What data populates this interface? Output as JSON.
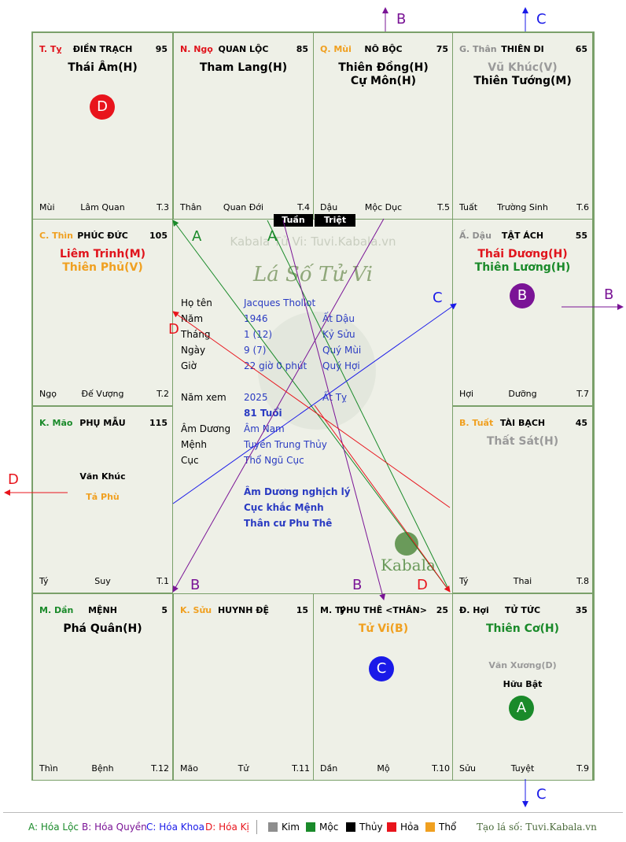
{
  "cells": [
    {
      "can": "T. Tỵ",
      "can_color": "#e0141c",
      "palace": "ĐIỀN TRẠCH",
      "num": "95",
      "stars": [
        {
          "t": "Thái Âm(H)",
          "c": "#000000"
        }
      ],
      "minor": [],
      "bl": "Mùi",
      "bm": "Lâm Quan",
      "br": "T.3"
    },
    {
      "can": "N. Ngọ",
      "can_color": "#e0141c",
      "palace": "QUAN LỘC",
      "num": "85",
      "stars": [
        {
          "t": "Tham Lang(H)",
          "c": "#000000"
        }
      ],
      "minor": [],
      "bl": "Thân",
      "bm": "Quan Đới",
      "br": "T.4"
    },
    {
      "can": "Q. Mùi",
      "can_color": "#f0a020",
      "palace": "NÔ BỘC",
      "num": "75",
      "stars": [
        {
          "t": "Thiên Đồng(H)",
          "c": "#000000"
        },
        {
          "t": "Cự Môn(H)",
          "c": "#000000"
        }
      ],
      "minor": [],
      "bl": "Dậu",
      "bm": "Mộc Dục",
      "br": "T.5"
    },
    {
      "can": "G. Thân",
      "can_color": "#8e8e8e",
      "palace": "THIÊN DI",
      "num": "65",
      "stars": [
        {
          "t": "Vũ Khúc(V)",
          "c": "#9a9a9a"
        },
        {
          "t": "Thiên Tướng(M)",
          "c": "#000000"
        }
      ],
      "minor": [],
      "bl": "Tuất",
      "bm": "Trường Sinh",
      "br": "T.6"
    },
    {
      "can": "C. Thìn",
      "can_color": "#f0a020",
      "palace": "PHÚC ĐỨC",
      "num": "105",
      "stars": [
        {
          "t": "Liêm Trinh(M)",
          "c": "#e0141c"
        },
        {
          "t": "Thiên Phủ(V)",
          "c": "#f0a020"
        }
      ],
      "minor": [],
      "bl": "Ngọ",
      "bm": "Đế Vượng",
      "br": "T.2"
    },
    {
      "can": "Ấ. Dậu",
      "can_color": "#8e8e8e",
      "palace": "TẬT ÁCH",
      "num": "55",
      "stars": [
        {
          "t": "Thái Dương(H)",
          "c": "#e0141c"
        },
        {
          "t": "Thiên Lương(H)",
          "c": "#1a8a2a"
        }
      ],
      "minor": [],
      "bl": "Hợi",
      "bm": "Dưỡng",
      "br": "T.7"
    },
    {
      "can": "K. Mão",
      "can_color": "#1a8a2a",
      "palace": "PHỤ MẪU",
      "num": "115",
      "stars": [],
      "minor": [
        {
          "t": "Văn Khúc",
          "c": "#000000"
        },
        {
          "t": "Tả Phù",
          "c": "#f0a020"
        }
      ],
      "bl": "Tý",
      "bm": "Suy",
      "br": "T.1"
    },
    {
      "can": "B. Tuất",
      "can_color": "#f0a020",
      "palace": "TÀI BẠCH",
      "num": "45",
      "stars": [
        {
          "t": "Thất Sát(H)",
          "c": "#9a9a9a"
        }
      ],
      "minor": [],
      "bl": "Tý",
      "bm": "Thai",
      "br": "T.8"
    },
    {
      "can": "M. Dần",
      "can_color": "#1a8a2a",
      "palace": "MỆNH",
      "num": "5",
      "stars": [
        {
          "t": "Phá Quân(H)",
          "c": "#000000"
        }
      ],
      "minor": [],
      "bl": "Thìn",
      "bm": "Bệnh",
      "br": "T.12"
    },
    {
      "can": "K. Sửu",
      "can_color": "#f0a020",
      "palace": "HUYNH ĐỆ",
      "num": "15",
      "stars": [],
      "minor": [],
      "bl": "Mão",
      "bm": "Tử",
      "br": "T.11"
    },
    {
      "can": "M. Tý",
      "can_color": "#000000",
      "palace": "PHU THÊ <THÂN>",
      "num": "25",
      "stars": [
        {
          "t": "Tử Vi(B)",
          "c": "#f0a020"
        }
      ],
      "minor": [],
      "bl": "Dần",
      "bm": "Mộ",
      "br": "T.10"
    },
    {
      "can": "Đ. Hợi",
      "can_color": "#000000",
      "palace": "TỬ TỨC",
      "num": "35",
      "stars": [
        {
          "t": "Thiên Cơ(H)",
          "c": "#1a8a2a"
        }
      ],
      "minor": [
        {
          "t": "Văn Xương(D)",
          "c": "#9a9a9a"
        },
        {
          "t": "Hữu Bật",
          "c": "#000000"
        }
      ],
      "bl": "Sửu",
      "bm": "Tuyệt",
      "br": "T.9"
    }
  ],
  "circles": [
    {
      "letter": "D",
      "color": "#e8141c"
    },
    {
      "letter": "B",
      "color": "#7a1496"
    },
    {
      "letter": "C",
      "color": "#1a1ae8"
    },
    {
      "letter": "A",
      "color": "#1a8a2a"
    }
  ],
  "center": {
    "watermark": "Kabala Tử Vi: Tuvi.Kabala.vn",
    "logo_title": "Lá Số Tử Vi",
    "brand": "Kabala",
    "tuan": "Tuần",
    "triet": "Triệt",
    "rows": [
      {
        "label": "Họ tên",
        "v1": "Jacques Thollot",
        "v2": ""
      },
      {
        "label": "Năm",
        "v1": "1946",
        "v2": "Ất Dậu"
      },
      {
        "label": "Tháng",
        "v1": "1  (12)",
        "v2": "Kỷ Sửu"
      },
      {
        "label": "Ngày",
        "v1": "9  (7)",
        "v2": "Quý Mùi"
      },
      {
        "label": "Giờ",
        "v1": "22 giờ 0 phút",
        "v2": "Quý Hợi"
      }
    ],
    "nam_xem": {
      "label": "Năm xem",
      "v1": "2025",
      "v2": "Ất Tỵ",
      "tuoi": "81 Tuổi"
    },
    "rows2": [
      {
        "label": "Âm Dương",
        "v1": "Âm Nam"
      },
      {
        "label": "Mệnh",
        "v1": "Tuyền Trung Thủy"
      },
      {
        "label": "Cục",
        "v1": "Thổ Ngũ Cục"
      }
    ],
    "notes": [
      "Âm Dương nghịch lý",
      "Cục khắc Mệnh",
      "Thân cư Phu Thê"
    ]
  },
  "arrow_labels": {
    "a": "A",
    "b": "B",
    "c": "C",
    "d": "D"
  },
  "legend": {
    "hoa": [
      {
        "letter": "A:",
        "text": "Hóa Lộc",
        "color": "#1a8a2a"
      },
      {
        "letter": "B:",
        "text": "Hóa Quyền",
        "color": "#7a1496"
      },
      {
        "letter": "C:",
        "text": "Hóa Khoa",
        "color": "#1a1ae8"
      },
      {
        "letter": "D:",
        "text": "Hóa Kị",
        "color": "#e8141c"
      }
    ],
    "elements": [
      {
        "text": "Kim",
        "color": "#8e8e8e"
      },
      {
        "text": "Mộc",
        "color": "#1a8a2a"
      },
      {
        "text": "Thủy",
        "color": "#000000"
      },
      {
        "text": "Hỏa",
        "color": "#e8141c"
      },
      {
        "text": "Thổ",
        "color": "#f0a020"
      }
    ],
    "credit": "Tạo lá số: Tuvi.Kabala.vn"
  }
}
